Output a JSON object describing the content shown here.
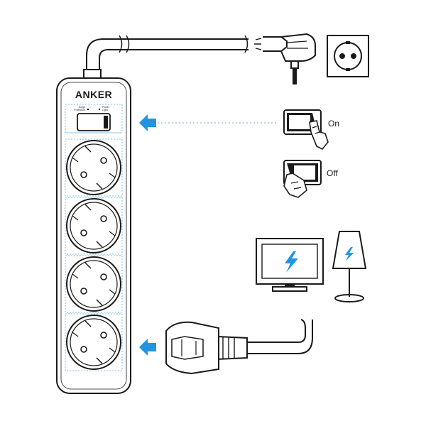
{
  "brand": {
    "name": "ANKER"
  },
  "strip": {
    "indicator_left": "Surge Protection",
    "indicator_right": "Power Light",
    "sockets": [
      {
        "label": "socket-1"
      },
      {
        "label": "socket-2"
      },
      {
        "label": "socket-3"
      },
      {
        "label": "socket-4"
      }
    ]
  },
  "switch_states": {
    "on_label": "On",
    "off_label": "Off"
  },
  "colors": {
    "line": "#1a1a1a",
    "accent": "#2196e0",
    "guide": "#5fb0e8",
    "background": "#ffffff"
  },
  "icons": [
    "wall-outlet-icon",
    "plug-icon",
    "monitor-icon",
    "lamp-icon",
    "lightning-icon",
    "arrow-left-icon",
    "hand-pointer-icon"
  ]
}
